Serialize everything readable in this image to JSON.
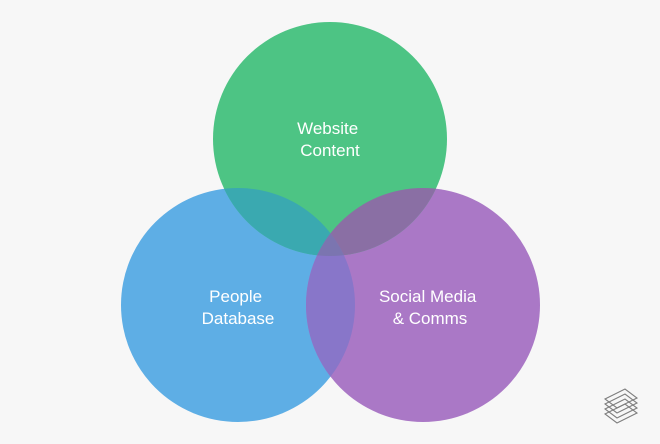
{
  "diagram": {
    "type": "venn",
    "sets": [
      {
        "id": "website",
        "label_lines": [
          "Website",
          "Content"
        ],
        "color": "#4dc484"
      },
      {
        "id": "people",
        "label_lines": [
          "People",
          "Database"
        ],
        "color": "#5eaee5"
      },
      {
        "id": "social",
        "label_lines": [
          "Social Media",
          "& Comms"
        ],
        "color": "#aa78c6"
      }
    ],
    "overlaps": [
      {
        "sets": [
          "website",
          "people"
        ],
        "color": "#3aa9b0"
      },
      {
        "sets": [
          "website",
          "social"
        ],
        "color": "#8a6fa4"
      },
      {
        "sets": [
          "people",
          "social"
        ],
        "color": "#8876c9"
      },
      {
        "sets": [
          "website",
          "people",
          "social"
        ],
        "color": "#7b75b0"
      }
    ]
  },
  "logo": {
    "icon": "stacked-layers-icon",
    "color": "#7d7d7d"
  }
}
